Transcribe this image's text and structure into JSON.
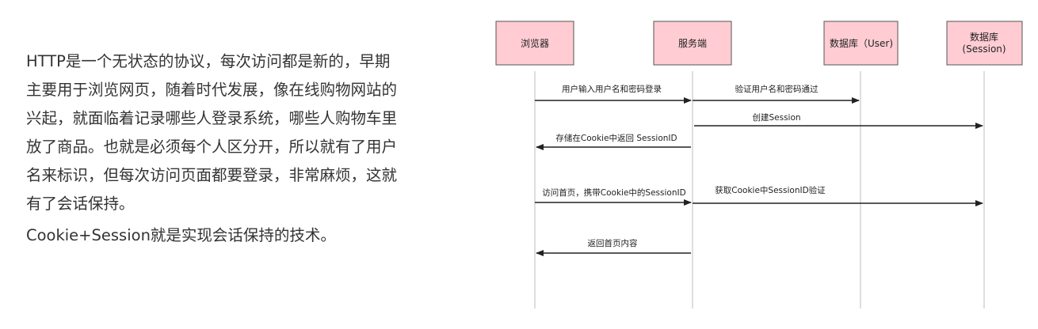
{
  "intro": {
    "lines": [
      "HTTP是一个无状态的协议，每次访问都是新的，早期",
      "主要用于浏览网页，随着时代发展，像在线购物网站的",
      "兴起，就面临着记录哪些人登录系统，哪些人购物车里",
      "放了商品。也就是必须每个人区分开，所以就有了用户",
      "名来标识，但每次访问页面都要登录，非常麻烦，这就",
      "有了会话保持。",
      "Cookie+Session就是实现会话保持的技术。"
    ]
  },
  "diagram": {
    "actors": [
      {
        "label": "浏览器"
      },
      {
        "label": "服务端"
      },
      {
        "label": "数据库（User)"
      },
      {
        "label_line1": "数据库",
        "label_line2": "(Session)"
      }
    ],
    "messages": [
      {
        "label": "用户输入用户名和密码登录",
        "from": 0,
        "to": 1
      },
      {
        "label": "验证用户名和密码通过",
        "from": 1,
        "to": 2
      },
      {
        "label": "创建Session",
        "from": 1,
        "to": 3
      },
      {
        "label": "存储在Cookie中返回 SessionID",
        "from": 1,
        "to": 0
      },
      {
        "label": "访问首页，携带Cookie中的SessionID",
        "from": 0,
        "to": 1
      },
      {
        "label": "获取Cookie中SessionID验证",
        "from": 1,
        "to": 3
      },
      {
        "label": "返回首页内容",
        "from": 1,
        "to": 0
      }
    ],
    "colors": {
      "actor_fill": "#ffccd3",
      "actor_stroke": "#555555",
      "lifeline": "#c8c8c8",
      "arrow": "#222222"
    }
  }
}
